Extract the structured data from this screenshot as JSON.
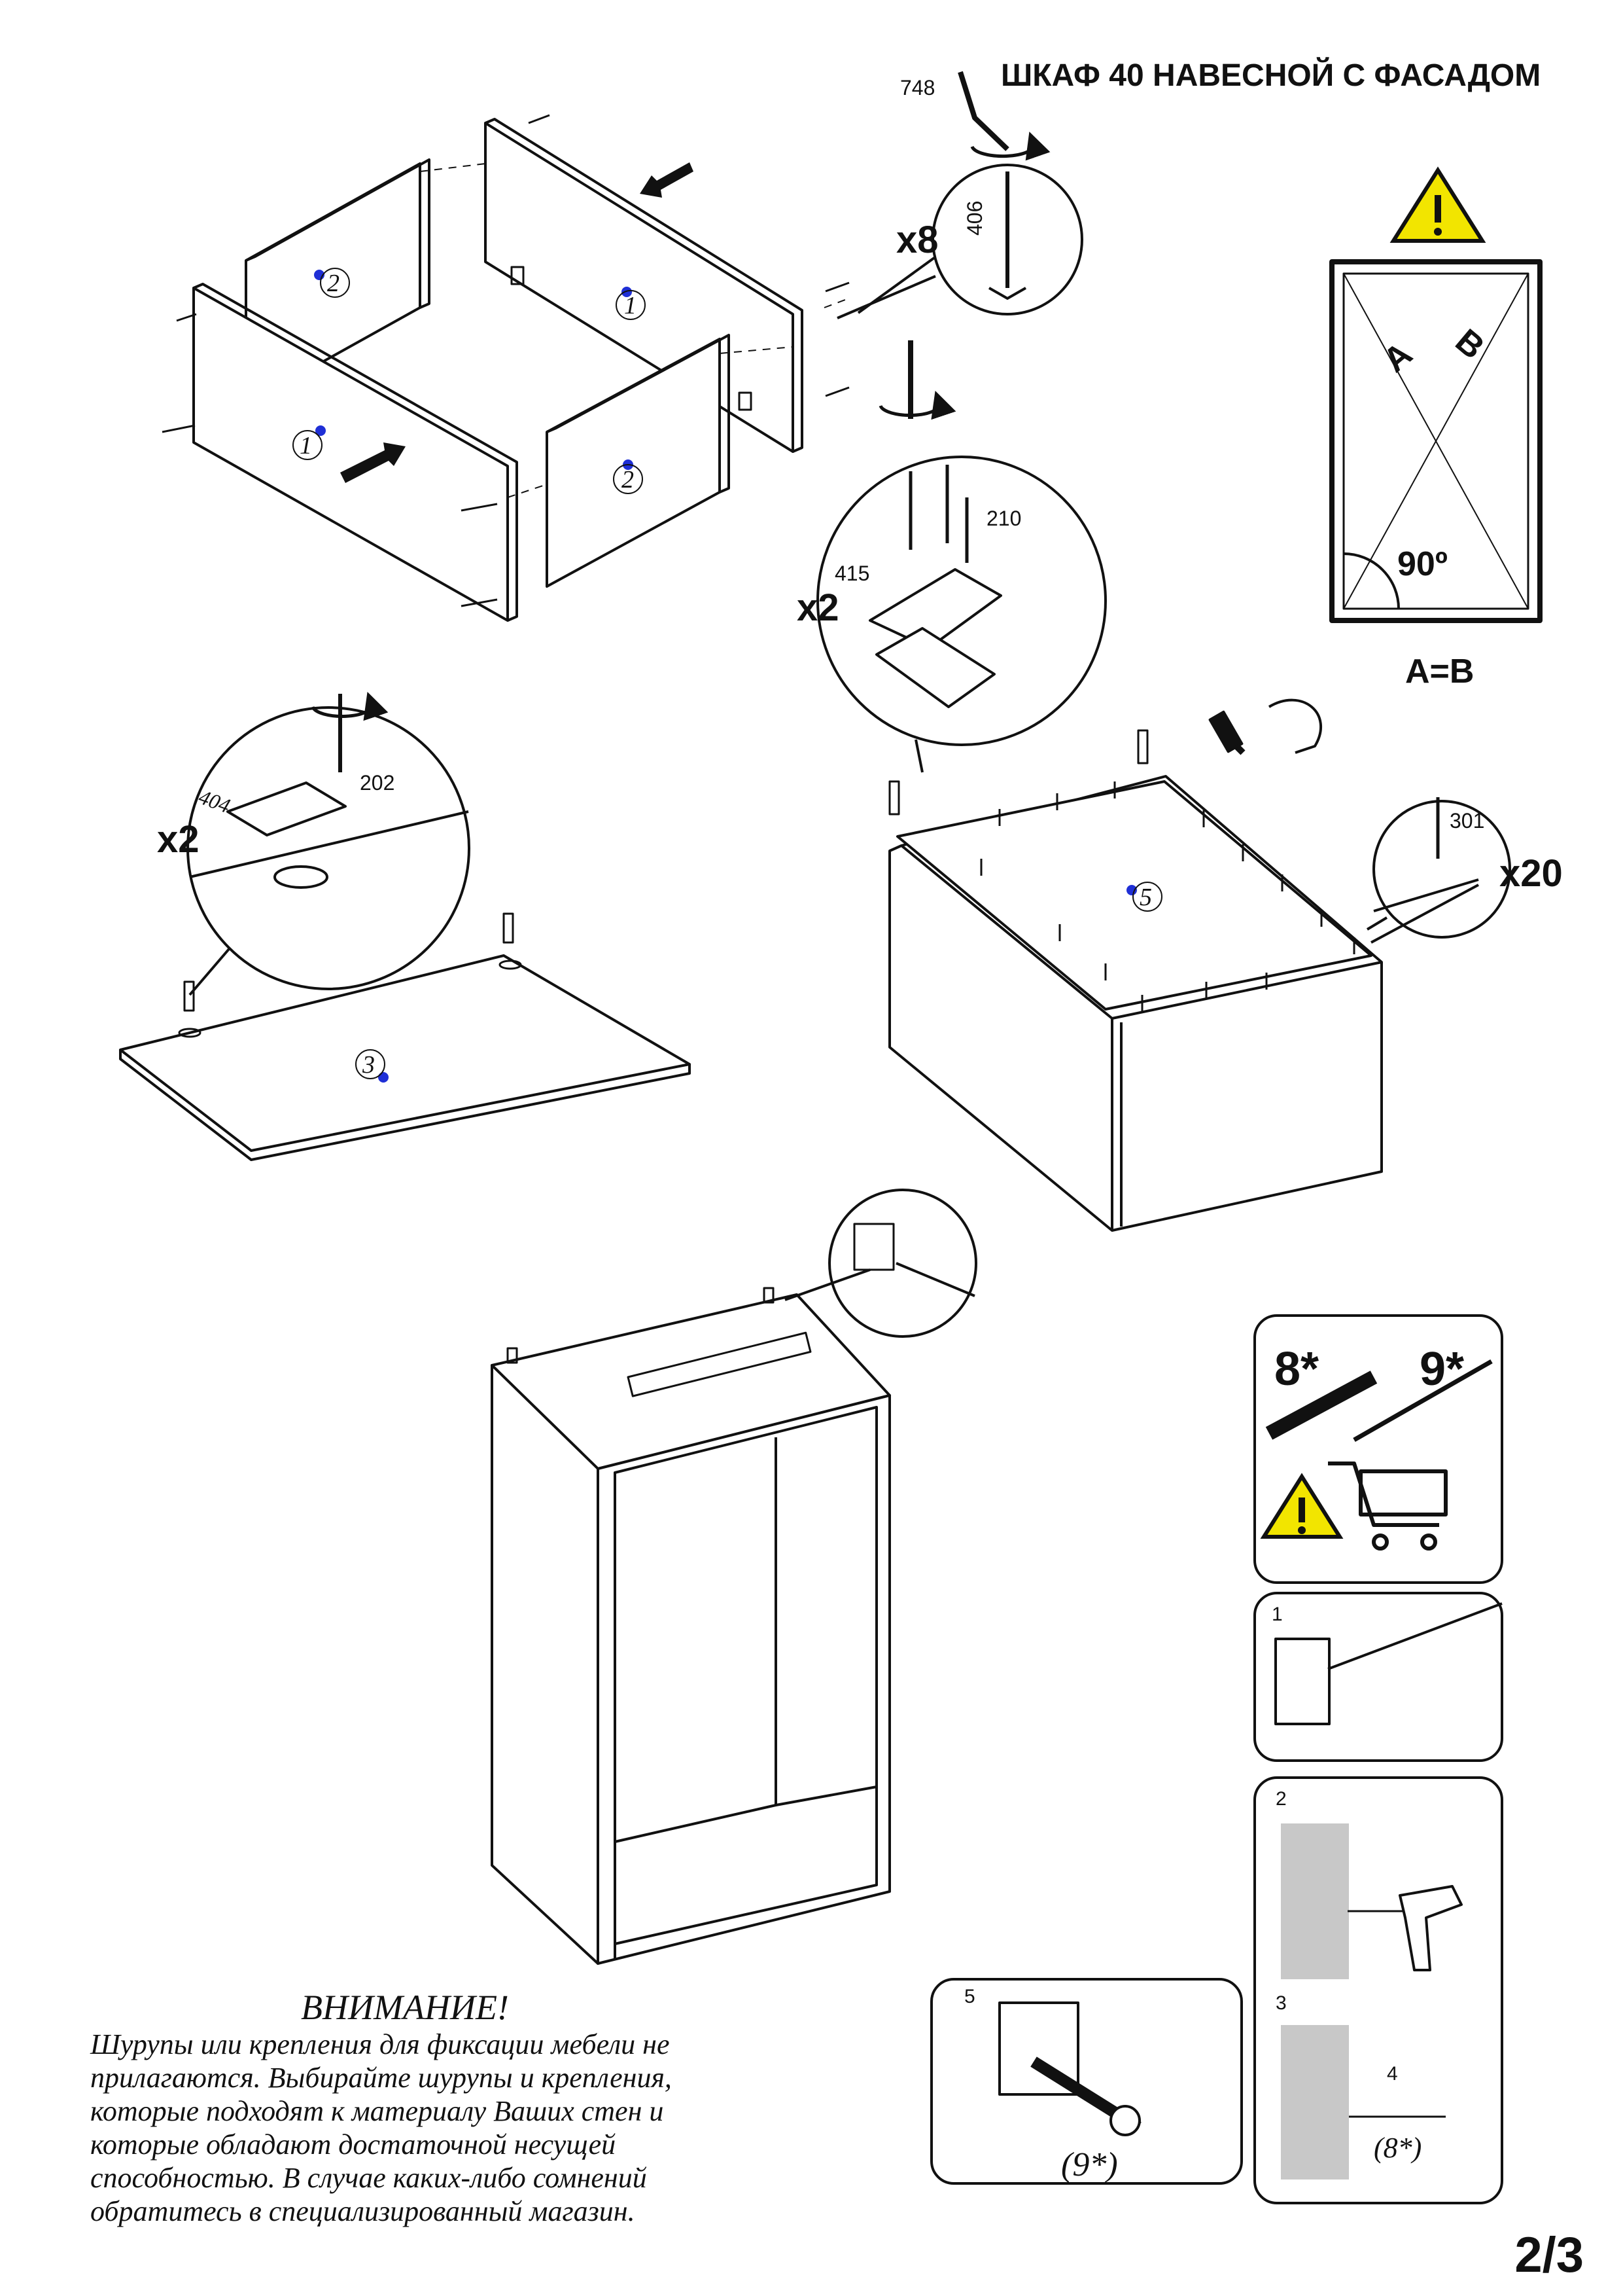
{
  "title": "ШКАФ 40 НАВЕСНОЙ С ФАСАДОМ",
  "page": "2/3",
  "colors": {
    "warning_yellow": "#f2e500",
    "line": "#111111",
    "panel_dot": "#1f2fd6",
    "wall_gray": "#c8c8c8"
  },
  "icons": [
    "warning-icon",
    "screwdriver-icon",
    "hammer-icon",
    "drill-icon",
    "shopping-cart-icon",
    "hex-key-icon",
    "spirit-level-icon"
  ],
  "panels": {
    "side": "1",
    "shelf_side": "2",
    "top": "3",
    "back": "5"
  },
  "callouts": {
    "cam": {
      "qty": "x8",
      "tool_code": "748",
      "part_code": "406"
    },
    "plate": {
      "qty": "x2",
      "plate_code": "415",
      "screw_code": "210"
    },
    "hinge": {
      "qty": "x2",
      "hinge_code": "404",
      "screw_code": "202"
    },
    "nails": {
      "qty": "x20",
      "nail_code": "301"
    }
  },
  "square_check": {
    "diag_a": "A",
    "diag_b": "B",
    "angle": "90º",
    "formula": "A=B"
  },
  "wall_fix": {
    "dowel_label": "8*",
    "screw_label": "9*",
    "step1": "1",
    "step2": "2",
    "step3": "3",
    "step4": "4",
    "step5": "5",
    "dowel_note": "(8*)",
    "screw_note": "(9*)"
  },
  "warning": {
    "title": "ВНИМАНИЕ!",
    "lines": [
      "Шурупы или крепления для фиксации мебели не",
      "прилагаются. Выбирайте шурупы и крепления,",
      "которые подходят к материалу Ваших стен и",
      "которые обладают достаточной несущей",
      "способностью. В случае каких-либо  сомнений",
      "обратитесь в  специализированный магазин."
    ]
  }
}
